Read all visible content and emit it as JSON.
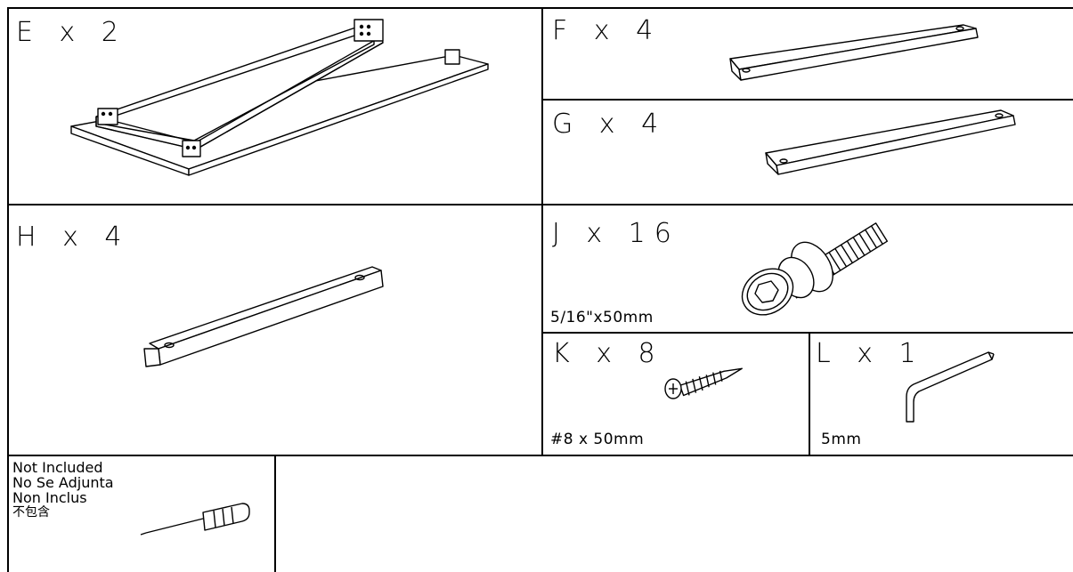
{
  "parts": {
    "E": {
      "label": "E x 2"
    },
    "F": {
      "label": "F x 4"
    },
    "G": {
      "label": "G x 4"
    },
    "H": {
      "label": "H x 4"
    },
    "J": {
      "label": "J x 16",
      "size": "5/16\"x50mm"
    },
    "K": {
      "label": "K x 8",
      "size": "#8 x 50mm"
    },
    "L": {
      "label": "L x 1",
      "size": "5mm"
    }
  },
  "not_included": {
    "lines": [
      "Not Included",
      "No Se Adjunta",
      "Non Inclus",
      "不包含"
    ]
  }
}
